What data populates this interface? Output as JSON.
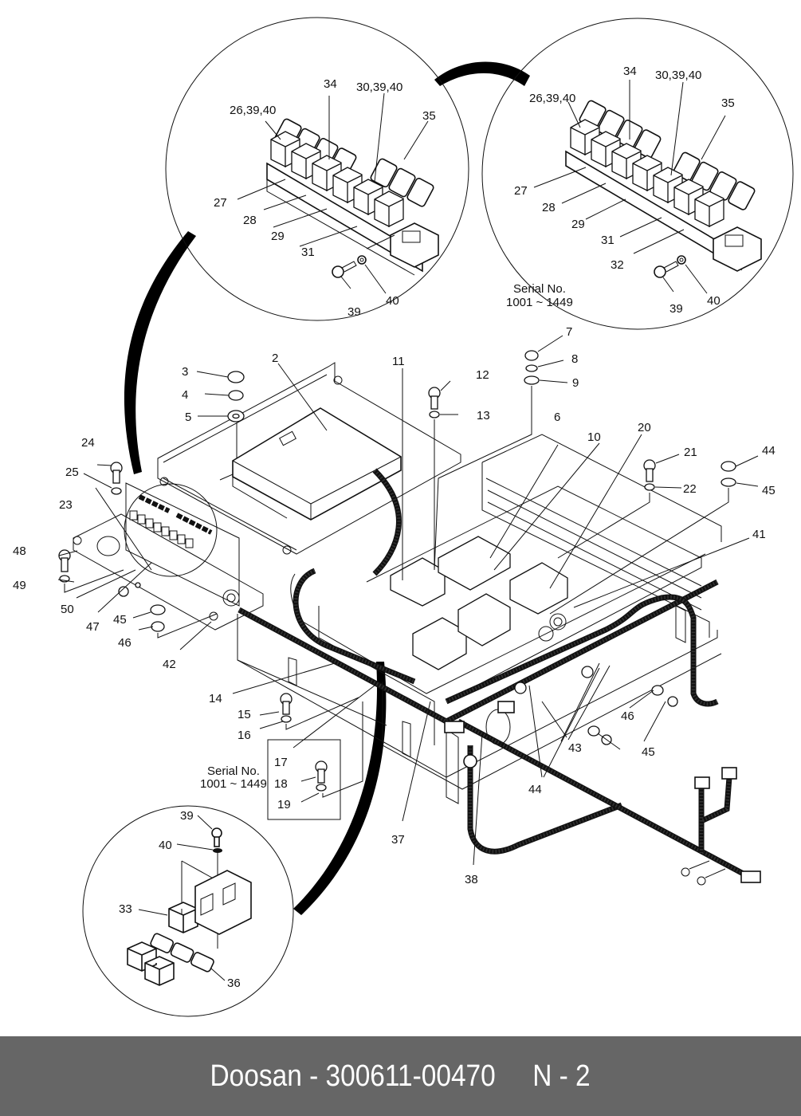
{
  "diagram": {
    "type": "exploded-parts-diagram",
    "subject": "Electrical control box / relay panel assembly",
    "callouts": {
      "c2": "2",
      "c3": "3",
      "c4": "4",
      "c5": "5",
      "c6": "6",
      "c7": "7",
      "c8": "8",
      "c9": "9",
      "c10": "10",
      "c11": "11",
      "c12": "12",
      "c13": "13",
      "c14": "14",
      "c15": "15",
      "c16": "16",
      "c17": "17",
      "c18": "18",
      "c19": "19",
      "c20": "20",
      "c21": "21",
      "c22": "22",
      "c23": "23",
      "c24": "24",
      "c25": "25",
      "c37": "37",
      "c38": "38",
      "c41": "41",
      "c42": "42",
      "c43": "43",
      "c44a": "44",
      "c44b": "44",
      "c45a": "45",
      "c45b": "45",
      "c45c": "45",
      "c46a": "46",
      "c46b": "46",
      "c47": "47",
      "c48": "48",
      "c49": "49",
      "c50": "50"
    },
    "detail_left": {
      "c26": "26,39,40",
      "c34": "34",
      "c30": "30,39,40",
      "c35": "35",
      "c27": "27",
      "c28": "28",
      "c29": "29",
      "c31": "31",
      "c39": "39",
      "c40": "40"
    },
    "detail_right": {
      "c26": "26,39,40",
      "c34": "34",
      "c30": "30,39,40",
      "c35": "35",
      "c27": "27",
      "c28": "28",
      "c29": "29",
      "c31": "31",
      "c32": "32",
      "c39": "39",
      "c40": "40",
      "serial_line1": "Serial No.",
      "serial_line2": "1001 ~ 1449"
    },
    "detail_bottom": {
      "c39": "39",
      "c40": "40",
      "c33": "33",
      "c36": "36"
    },
    "serial_box": {
      "serial_line1": "Serial No.",
      "serial_line2": "1001 ~ 1449"
    }
  },
  "footer": {
    "brand": "Doosan",
    "part_number": "300611-00470",
    "page": "N - 2",
    "text": "Doosan - 300611-00470     N - 2"
  }
}
